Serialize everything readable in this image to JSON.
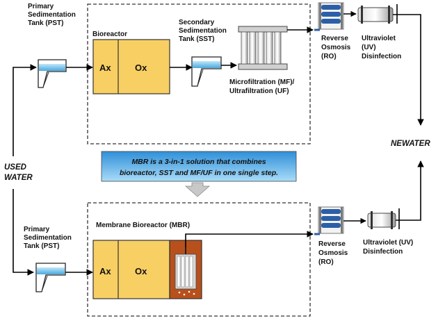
{
  "top": {
    "pst_label": [
      "Primary",
      "Sedimentation",
      "Tank (PST)"
    ],
    "bioreactor_label": "Bioreactor",
    "ax": "Ax",
    "ox": "Ox",
    "sst_label": [
      "Secondary",
      "Sedimentation",
      "Tank (SST)"
    ],
    "mf_label": [
      "Microfiltration (MF)/",
      "Ultrafiltration (UF)"
    ],
    "ro_label": [
      "Reverse",
      "Osmosis",
      "(RO)"
    ],
    "uv_label": [
      "Ultraviolet",
      "(UV)",
      "Disinfection"
    ]
  },
  "inlet_label": [
    "USED",
    "WATER"
  ],
  "outlet_label": "NEWATER",
  "banner": [
    "MBR is a 3-in-1 solution that combines",
    "bioreactor, SST and MF/UF in one single step."
  ],
  "bottom": {
    "pst_label": [
      "Primary",
      "Sedimentation",
      "Tank (PST)"
    ],
    "mbr_label": "Membrane Bioreactor (MBR)",
    "ax": "Ax",
    "ox": "Ox",
    "ro_label": [
      "Reverse",
      "Osmosis",
      "(RO)"
    ],
    "uv_label": [
      "Ultraviolet (UV)",
      "Disinfection"
    ]
  },
  "colors": {
    "reactor_fill": "#f8cf63",
    "membrane_tank": "#b8501c",
    "water": "#5bb9e8",
    "banner_top": "#2f8fd8",
    "banner_bottom": "#a9dcf8",
    "ro_blue": "#2c5fa8"
  }
}
